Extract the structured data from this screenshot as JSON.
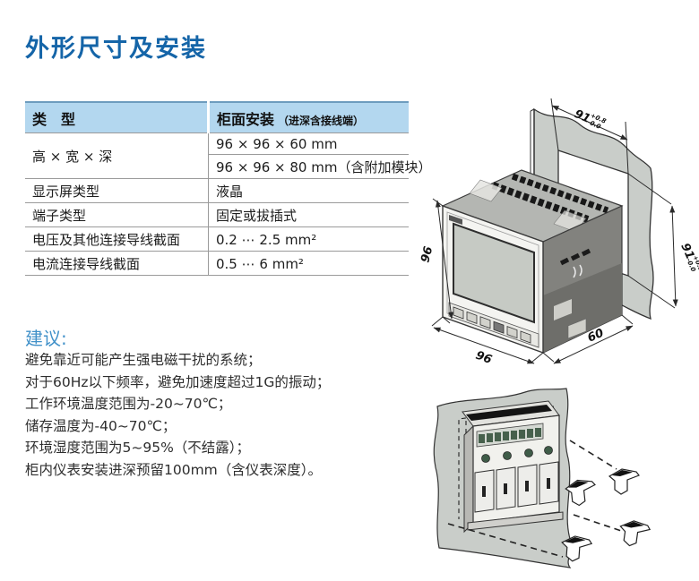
{
  "page": {
    "title": "外形尺寸及安装"
  },
  "table": {
    "header": {
      "col1": "类　型",
      "col2": "柜面安装",
      "col2_note": "（进深含接线端）"
    },
    "rows": [
      {
        "label": "高 × 宽 × 深",
        "values": [
          "96 × 96 × 60 mm",
          "96 × 96 × 80 mm（含附加模块）"
        ]
      },
      {
        "label": "显示屏类型",
        "values": [
          "液晶"
        ]
      },
      {
        "label": "端子类型",
        "values": [
          "固定或拔插式"
        ]
      },
      {
        "label": "电压及其他连接导线截面",
        "values": [
          "0.2 ⋯ 2.5 mm²"
        ]
      },
      {
        "label": "电流连接导线截面",
        "values": [
          "0.5 ⋯ 6 mm²"
        ]
      }
    ]
  },
  "suggestions": {
    "heading": "建议:",
    "items": [
      "避免靠近可能产生强电磁干扰的系统；",
      "对于60Hz以下频率，避免加速度超过1G的振动；",
      "工作环境温度范围为-20~70℃；",
      "储存温度为-40~70℃；",
      "环境湿度范围为5~95%（不结露）；",
      "柜内仪表安装进深预留100mm（含仪表深度）。"
    ]
  },
  "diagrams": {
    "panel_cutout": {
      "height_mm": "96",
      "width_mm": "96",
      "depth_mm": "60",
      "cutout_mm": "91",
      "cutout_tol_plus": "+0.8",
      "cutout_tol_minus": "-0.0"
    }
  },
  "colors": {
    "title_blue": "#1565a8",
    "suggestion_blue": "#4191c9",
    "table_header_bg": "#b3d7ef",
    "panel_gray": "#c9cdc9"
  }
}
